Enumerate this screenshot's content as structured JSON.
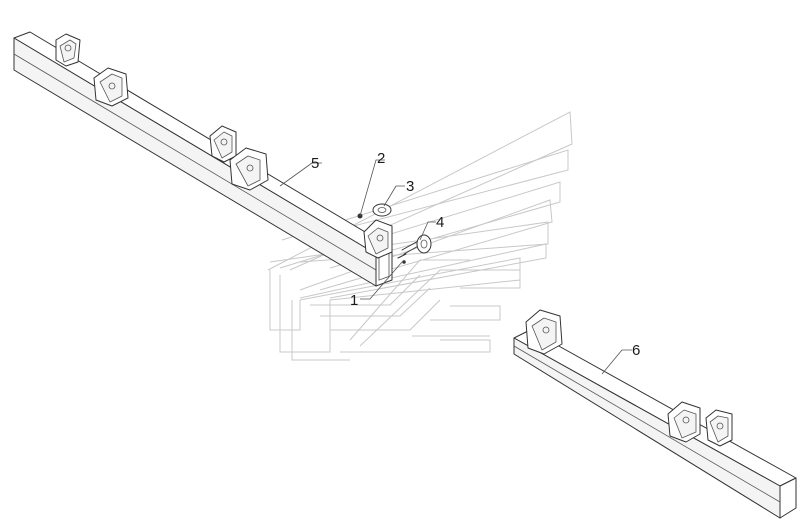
{
  "callouts": {
    "c1": "1",
    "c2": "2",
    "c3": "3",
    "c4": "4",
    "c5": "5",
    "c6": "6"
  },
  "colors": {
    "line": "#333333",
    "watermark": "#c8c8c8",
    "background": "#ffffff"
  }
}
